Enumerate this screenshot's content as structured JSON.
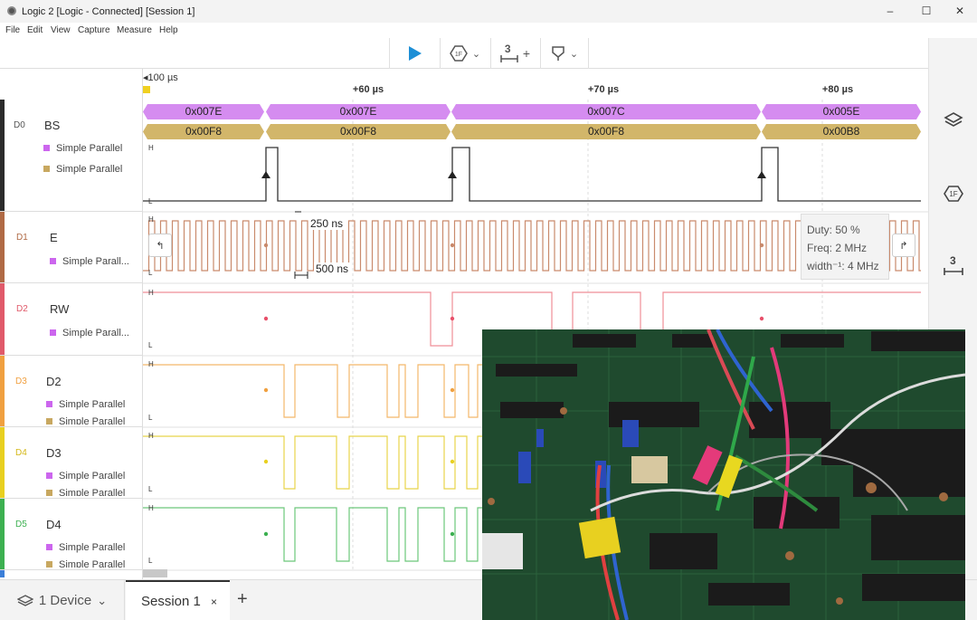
{
  "window": {
    "title": "Logic 2 [Logic - Connected] [Session 1]"
  },
  "menu": [
    "File",
    "Edit",
    "View",
    "Capture",
    "Measure",
    "Help"
  ],
  "toolbar": {
    "trigger_icon_label": "1F",
    "measure_count": "3"
  },
  "timeline": {
    "left_label": "100 µs",
    "ticks": [
      "+60 µs",
      "+70 µs",
      "+80 µs"
    ]
  },
  "channels": [
    {
      "num": "D0",
      "name": "BS",
      "color": "#2b2b2b",
      "analyzers": [
        "Simple Parallel ...",
        "Simple Parallel ..."
      ]
    },
    {
      "num": "D1",
      "name": "E",
      "color": "#b06a45",
      "analyzers": [
        "Simple Parall..."
      ]
    },
    {
      "num": "D2",
      "name": "RW",
      "color": "#e05a6a",
      "analyzers": [
        "Simple Parall..."
      ]
    },
    {
      "num": "D3",
      "name": "D2",
      "color": "#f0a040",
      "analyzers": [
        "Simple Parallel...",
        "Simple Parallel..."
      ]
    },
    {
      "num": "D4",
      "name": "D3",
      "color": "#e8d020",
      "analyzers": [
        "Simple Parallel...",
        "Simple Parallel..."
      ]
    },
    {
      "num": "D5",
      "name": "D4",
      "color": "#3cb050",
      "analyzers": [
        "Simple Parallel...",
        "Simple Parallel..."
      ]
    }
  ],
  "analyzer_colors": {
    "a1": "#cc66ee",
    "a2": "#c8a860"
  },
  "bus_rows": {
    "row1": [
      "0x007E",
      "0x007E",
      "0x007C",
      "0x005E"
    ],
    "row2": [
      "0x00F8",
      "0x00F8",
      "0x00F8",
      "0x00B8"
    ]
  },
  "levels": {
    "high": "H",
    "low": "L"
  },
  "measurements": {
    "width": "250 ns",
    "period": "500 ns"
  },
  "tooltip": {
    "duty": "Duty: 50 %",
    "freq": "Freq: 2 MHz",
    "width_inv": "width⁻¹: 4 MHz"
  },
  "bottom": {
    "device": "1 Device",
    "session": "Session 1",
    "close": "×",
    "add": "+"
  }
}
